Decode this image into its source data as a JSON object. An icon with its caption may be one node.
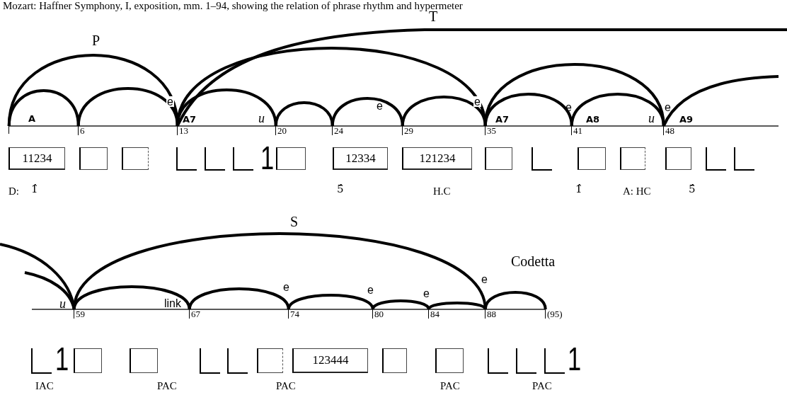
{
  "diagram": {
    "title": "Mozart: Haffner Symphony, I, exposition, mm. 1–94, showing the relation of phrase rhythm and hypermeter",
    "nodes": [
      {
        "text": [],
        "shape": "tick"
      },
      {
        "text": [
          "6"
        ]
      },
      {
        "text": [
          "13"
        ]
      },
      {
        "text": [
          "20"
        ]
      },
      {
        "text": [
          "24"
        ]
      },
      {
        "text": [
          "29"
        ]
      },
      {
        "text": [
          "35"
        ]
      },
      {
        "text": [
          "41"
        ]
      },
      {
        "text": [
          "48"
        ]
      },
      {
        "text": [
          "11234"
        ]
      },
      {
        "text": [],
        "shape": "box"
      },
      {
        "text": [],
        "shape": "box"
      },
      {
        "text": [],
        "shape": "box"
      },
      {
        "text": [
          "12334"
        ]
      },
      {
        "text": [
          "121234"
        ]
      },
      {
        "text": [],
        "shape": "box"
      },
      {
        "text": [],
        "shape": "box"
      },
      {
        "text": [],
        "shape": "box"
      },
      {
        "text": [],
        "shape": "box"
      },
      {
        "text": [
          "59"
        ]
      },
      {
        "text": [
          "67"
        ]
      },
      {
        "text": [
          "74"
        ]
      },
      {
        "text": [
          "80"
        ]
      },
      {
        "text": [
          "84"
        ]
      },
      {
        "text": [
          "88"
        ]
      },
      {
        "text": [
          "(95)"
        ]
      },
      {
        "text": [],
        "shape": "box"
      },
      {
        "text": [],
        "shape": "box"
      },
      {
        "text": [],
        "shape": "box"
      },
      {
        "text": [
          "123444"
        ]
      },
      {
        "text": [],
        "shape": "box"
      },
      {
        "text": [],
        "shape": "box"
      }
    ],
    "edges": [
      {
        "from": 0,
        "to": 2,
        "arrow": "none",
        "label": "P"
      },
      {
        "from": 0,
        "to": 1,
        "arrow": "none"
      },
      {
        "from": 1,
        "to": 2,
        "arrow": "none"
      },
      {
        "from": 2,
        "to": null,
        "arrow": "none",
        "label": "T"
      },
      {
        "from": 2,
        "to": 6,
        "arrow": "none"
      },
      {
        "from": 2,
        "to": 3,
        "arrow": "none"
      },
      {
        "from": 3,
        "to": 4,
        "arrow": "none"
      },
      {
        "from": 4,
        "to": 5,
        "arrow": "none"
      },
      {
        "from": 5,
        "to": 6,
        "arrow": "none"
      },
      {
        "from": 6,
        "to": 8,
        "arrow": "none"
      },
      {
        "from": 6,
        "to": 7,
        "arrow": "none"
      },
      {
        "from": 7,
        "to": 8,
        "arrow": "none"
      },
      {
        "from": 8,
        "to": null,
        "arrow": "none"
      },
      {
        "from": null,
        "to": 19,
        "arrow": "none"
      },
      {
        "from": null,
        "to": 19,
        "arrow": "none"
      },
      {
        "from": 19,
        "to": 24,
        "arrow": "none",
        "label": "S"
      },
      {
        "from": 19,
        "to": 20,
        "arrow": "none"
      },
      {
        "from": 20,
        "to": 21,
        "arrow": "none"
      },
      {
        "from": 21,
        "to": 22,
        "arrow": "none"
      },
      {
        "from": 22,
        "to": 23,
        "arrow": "none"
      },
      {
        "from": 23,
        "to": 24,
        "arrow": "none"
      },
      {
        "from": 24,
        "to": 25,
        "arrow": "none",
        "label": "Codetta"
      }
    ],
    "labels": [
      "A",
      "e",
      "A7",
      "u",
      "e",
      "e",
      "A7",
      "e",
      "A8",
      "u",
      "e",
      "A9",
      "1",
      "D:",
      "1̂",
      "5̂",
      "H.C",
      "1̂",
      "A: HC",
      "5̂",
      "u",
      "link",
      "e",
      "e",
      "e",
      "e",
      "1",
      "1",
      "IAC",
      "PAC",
      "PAC",
      "PAC",
      "PAC"
    ]
  }
}
